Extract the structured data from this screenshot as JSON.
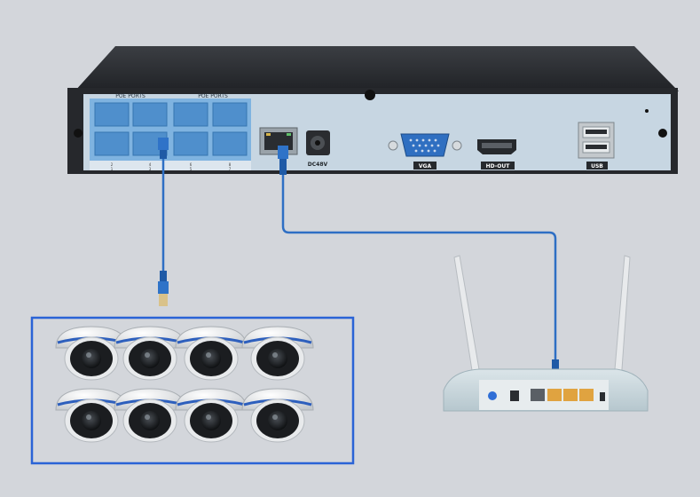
{
  "nvr": {
    "poe_label_left": "POE PORTS",
    "poe_label_right": "POE PORTS",
    "port_numbers": [
      "2",
      "1",
      "4",
      "3",
      "6",
      "5",
      "8",
      "7"
    ],
    "power_label": "DC48V",
    "vga_label": "VGA",
    "hdmi_label": "HD-OUT",
    "usb_label": "USB"
  },
  "colors": {
    "background": "#d3d6db",
    "nvr_body": "#2b2d31",
    "nvr_panel": "#c7d6e2",
    "poe_block": "#7fb3e0",
    "cable": "#2e6fc4",
    "camera_box_border": "#2a63d6",
    "router_body": "#c8d6dc",
    "router_ports": "#e0a340"
  },
  "cameras": {
    "count": 8
  }
}
